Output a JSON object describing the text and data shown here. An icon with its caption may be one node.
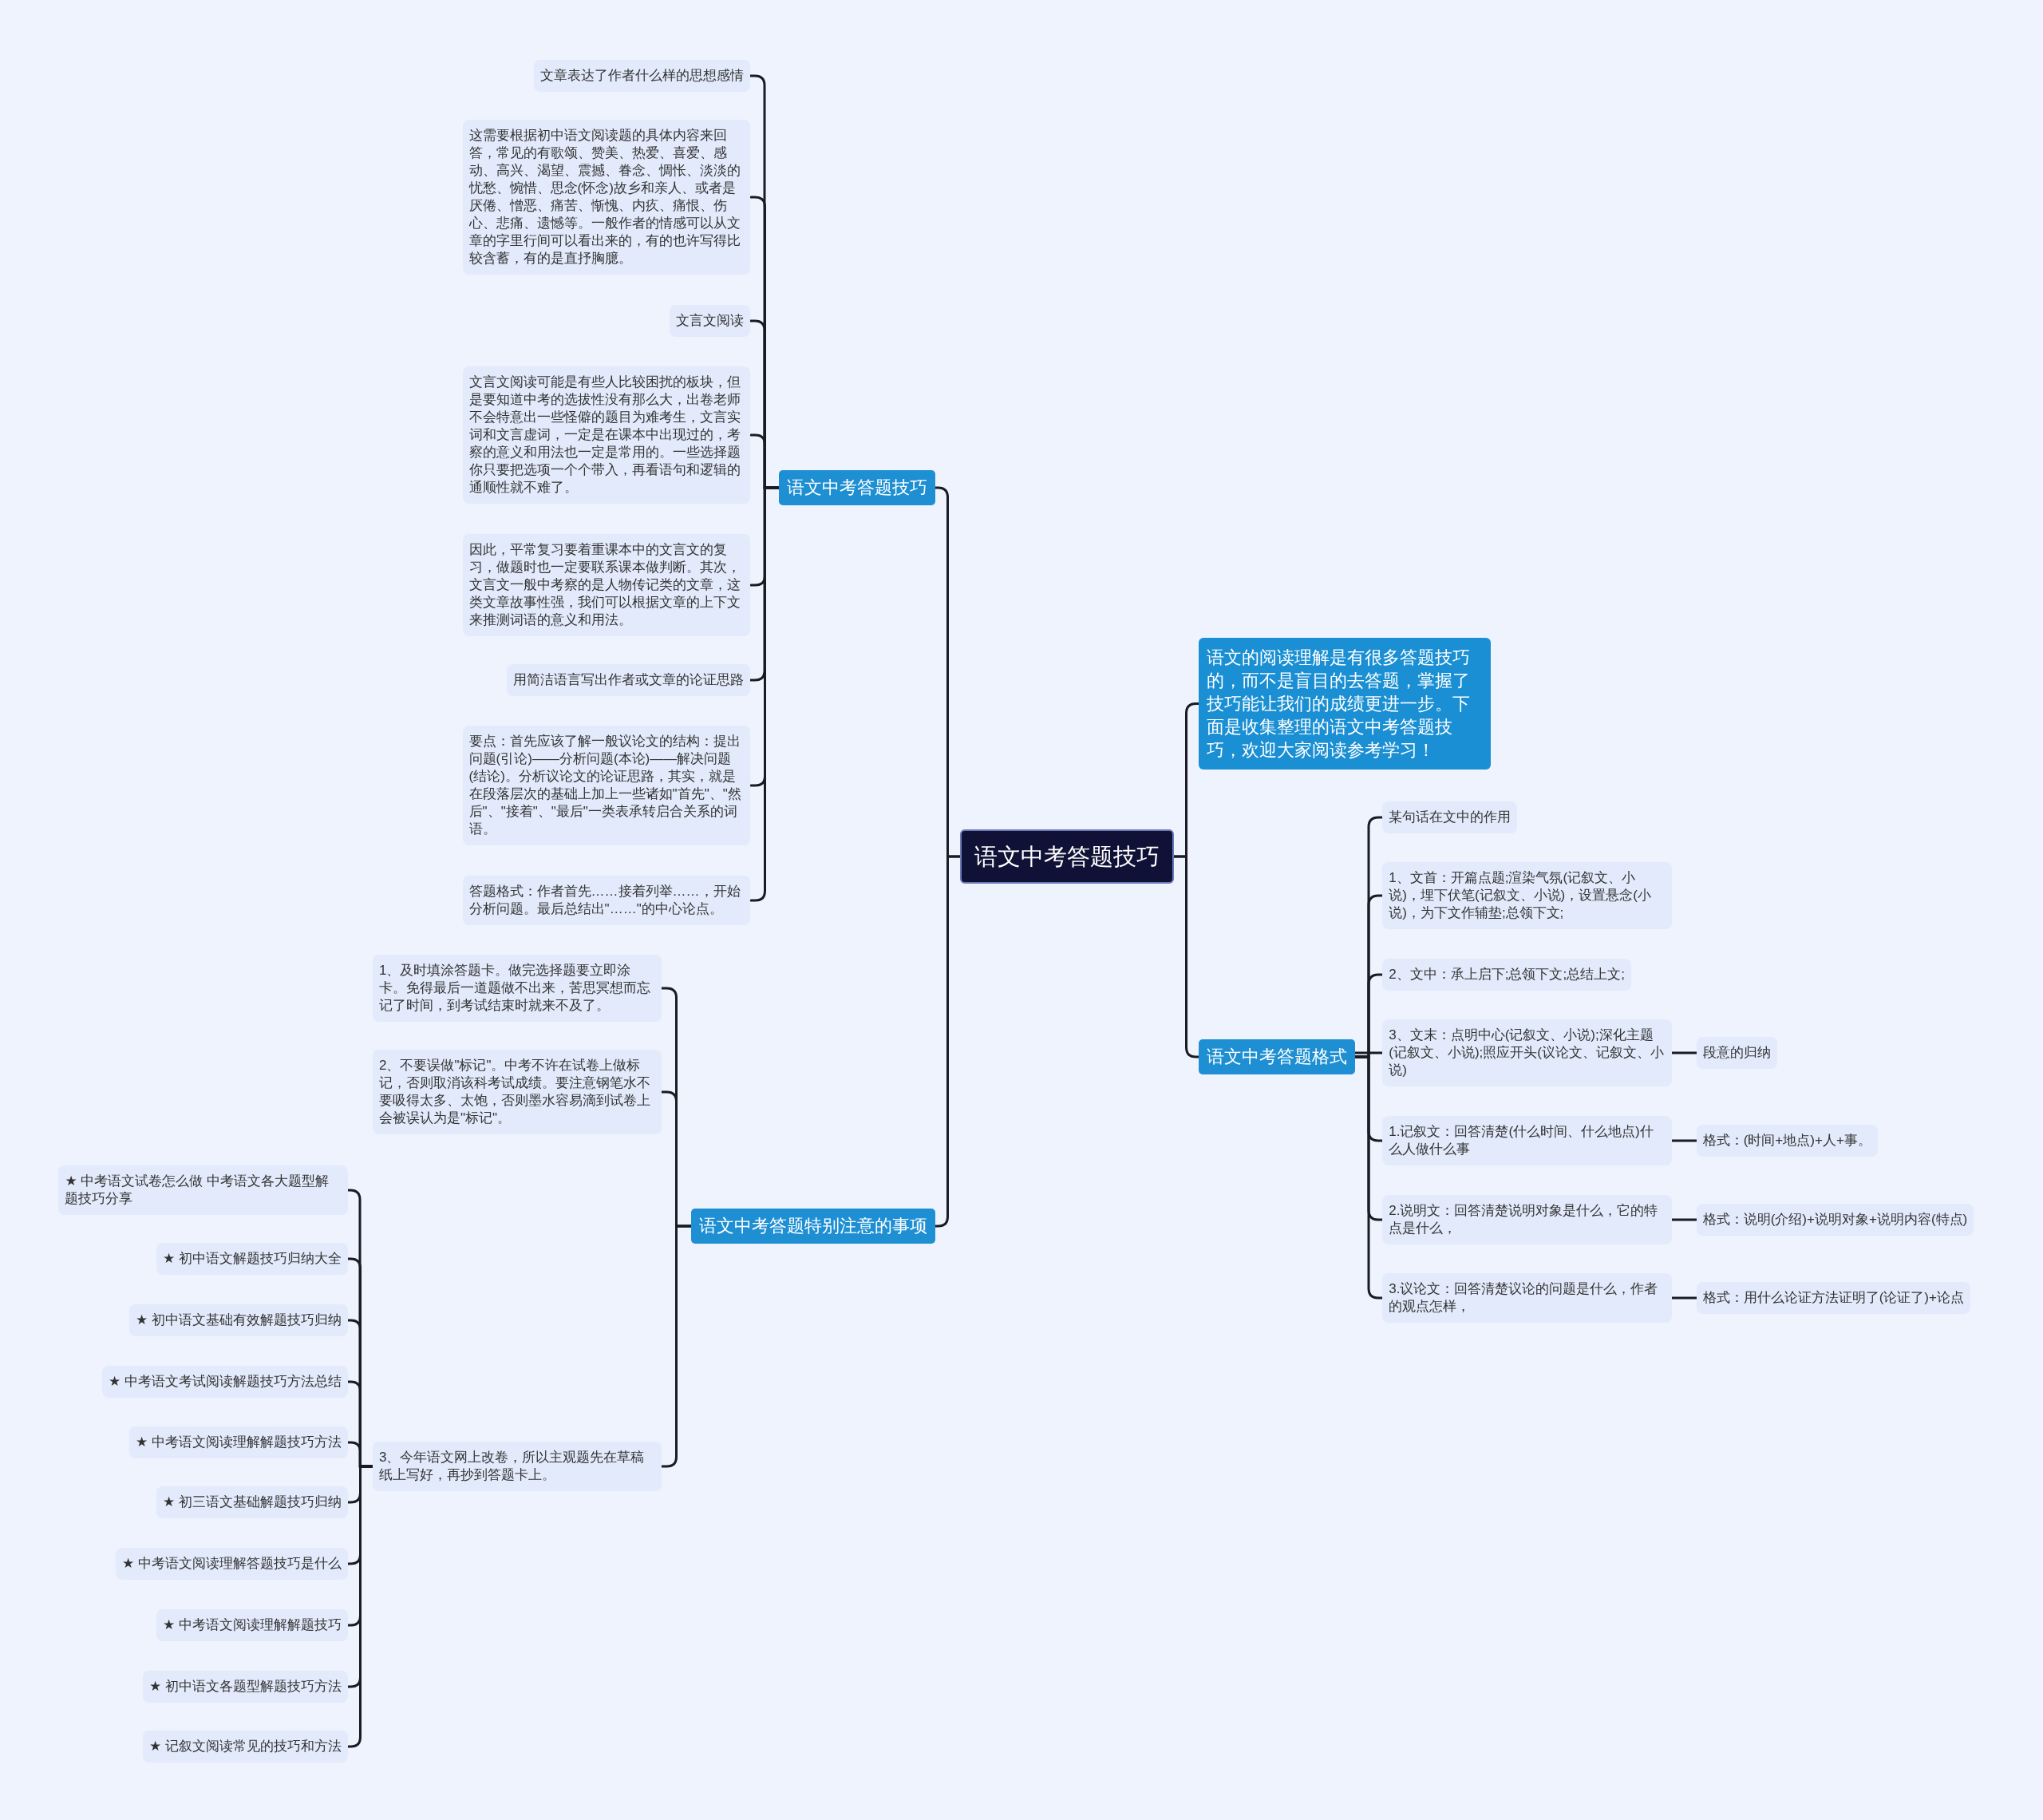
{
  "diagram": {
    "nodes": [
      {
        "text": [
          "语文中考答题技巧"
        ]
      },
      {
        "text": [
          "语文中考答题技巧"
        ]
      },
      {
        "text": [
          "语文中考答题特别注意的事项"
        ]
      },
      {
        "text": [
          "语文的阅读理解是有很多答题技巧的，而不是盲目的去答题，掌握了技巧能让我们的成绩更进一步。下面是收集整理的语文中考答题技巧，欢迎大家阅读参考学习！"
        ]
      },
      {
        "text": [
          "语文中考答题格式"
        ]
      },
      {
        "text": [
          "文章表达了作者什么样的思想感情"
        ]
      },
      {
        "text": [
          "这需要根据初中语文阅读题的具体内容来回答，常见的有歌颂、赞美、热爱、喜爱、感动、高兴、渴望、震撼、眷念、惆怅、淡淡的忧愁、惋惜、思念(怀念)故乡和亲人、或者是厌倦、憎恶、痛苦、惭愧、内疚、痛恨、伤心、悲痛、遗憾等。一般作者的情感可以从文章的字里行间可以看出来的，有的也许写得比较含蓄，有的是直抒胸臆。"
        ]
      },
      {
        "text": [
          "文言文阅读"
        ]
      },
      {
        "text": [
          "文言文阅读可能是有些人比较困扰的板块，但是要知道中考的选拔性没有那么大，出卷老师不会特意出一些怪僻的题目为难考生，文言实词和文言虚词，一定是在课本中出现过的，考察的意义和用法也一定是常用的。一些选择题你只要把选项一个个带入，再看语句和逻辑的通顺性就不难了。"
        ]
      },
      {
        "text": [
          "因此，平常复习要着重课本中的文言文的复习，做题时也一定要联系课本做判断。其次，文言文一般中考察的是人物传记类的文章，这类文章故事性强，我们可以根据文章的上下文来推测词语的意义和用法。"
        ]
      },
      {
        "text": [
          "用简洁语言写出作者或文章的论证思路"
        ]
      },
      {
        "text": [
          "要点：首先应该了解一般议论文的结构：提出问题(引论)——分析问题(本论)——解决问题(结论)。分析议论文的论证思路，其实，就是在段落层次的基础上加上一些诸如\"首先\"、\"然后\"、\"接着\"、\"最后\"一类表承转启合关系的词语。"
        ]
      },
      {
        "text": [
          "答题格式：作者首先……接着列举……，开始分析问题。最后总结出\"……\"的中心论点。"
        ]
      },
      {
        "text": [
          "1、及时填涂答题卡。做完选择题要立即涂卡。免得最后一道题做不出来，苦思冥想而忘记了时间，到考试结束时就来不及了。"
        ]
      },
      {
        "text": [
          "2、不要误做\"标记\"。中考不许在试卷上做标记，否则取消该科考试成绩。要注意钢笔水不要吸得太多、太饱，否则墨水容易滴到试卷上会被误认为是\"标记\"。"
        ]
      },
      {
        "text": [
          "3、今年语文网上改卷，所以主观题先在草稿纸上写好，再抄到答题卡上。"
        ]
      },
      {
        "text": [
          "★ 中考语文试卷怎么做 中考语文各大题型解题技巧分享"
        ]
      },
      {
        "text": [
          "★ 初中语文解题技巧归纳大全"
        ]
      },
      {
        "text": [
          "★ 初中语文基础有效解题技巧归纳"
        ]
      },
      {
        "text": [
          "★ 中考语文考试阅读解题技巧方法总结"
        ]
      },
      {
        "text": [
          "★ 中考语文阅读理解解题技巧方法"
        ]
      },
      {
        "text": [
          "★ 初三语文基础解题技巧归纳"
        ]
      },
      {
        "text": [
          "★ 中考语文阅读理解答题技巧是什么"
        ]
      },
      {
        "text": [
          "★ 中考语文阅读理解解题技巧"
        ]
      },
      {
        "text": [
          "★ 初中语文各题型解题技巧方法"
        ]
      },
      {
        "text": [
          "★ 记叙文阅读常见的技巧和方法"
        ]
      },
      {
        "text": [
          "某句话在文中的作用"
        ]
      },
      {
        "text": [
          "1、文首：开篇点题;渲染气氛(记叙文、小说)，埋下伏笔(记叙文、小说)，设置悬念(小说)，为下文作辅垫;总领下文;"
        ]
      },
      {
        "text": [
          "2、文中：承上启下;总领下文;总结上文;"
        ]
      },
      {
        "text": [
          "3、文末：点明中心(记叙文、小说);深化主题(记叙文、小说);照应开头(议论文、记叙文、小说)"
        ]
      },
      {
        "text": [
          "段意的归纳"
        ]
      },
      {
        "text": [
          "1.记叙文：回答清楚(什么时间、什么地点)什么人做什么事"
        ]
      },
      {
        "text": [
          "格式：(时间+地点)+人+事。"
        ]
      },
      {
        "text": [
          "2.说明文：回答清楚说明对象是什么，它的特点是什么，"
        ]
      },
      {
        "text": [
          "格式：说明(介绍)+说明对象+说明内容(特点)"
        ]
      },
      {
        "text": [
          "3.议论文：回答清楚议论的问题是什么，作者的观点怎样，"
        ]
      },
      {
        "text": [
          "格式：用什么论证方法证明了(论证了)+论点"
        ]
      }
    ],
    "edges": [
      {
        "from": 0,
        "to": 1,
        "arrow": "none"
      },
      {
        "from": 0,
        "to": 2,
        "arrow": "none"
      },
      {
        "from": 0,
        "to": 3,
        "arrow": "none"
      },
      {
        "from": 0,
        "to": 4,
        "arrow": "none"
      },
      {
        "from": 1,
        "to": 5,
        "arrow": "none"
      },
      {
        "from": 1,
        "to": 6,
        "arrow": "none"
      },
      {
        "from": 1,
        "to": 7,
        "arrow": "none"
      },
      {
        "from": 1,
        "to": 8,
        "arrow": "none"
      },
      {
        "from": 1,
        "to": 9,
        "arrow": "none"
      },
      {
        "from": 1,
        "to": 10,
        "arrow": "none"
      },
      {
        "from": 1,
        "to": 11,
        "arrow": "none"
      },
      {
        "from": 1,
        "to": 12,
        "arrow": "none"
      },
      {
        "from": 2,
        "to": 13,
        "arrow": "none"
      },
      {
        "from": 2,
        "to": 14,
        "arrow": "none"
      },
      {
        "from": 2,
        "to": 15,
        "arrow": "none"
      },
      {
        "from": 15,
        "to": 16,
        "arrow": "none"
      },
      {
        "from": 15,
        "to": 17,
        "arrow": "none"
      },
      {
        "from": 15,
        "to": 18,
        "arrow": "none"
      },
      {
        "from": 15,
        "to": 19,
        "arrow": "none"
      },
      {
        "from": 15,
        "to": 20,
        "arrow": "none"
      },
      {
        "from": 15,
        "to": 21,
        "arrow": "none"
      },
      {
        "from": 15,
        "to": 22,
        "arrow": "none"
      },
      {
        "from": 15,
        "to": 23,
        "arrow": "none"
      },
      {
        "from": 15,
        "to": 24,
        "arrow": "none"
      },
      {
        "from": 15,
        "to": 25,
        "arrow": "none"
      },
      {
        "from": 4,
        "to": 26,
        "arrow": "none"
      },
      {
        "from": 4,
        "to": 27,
        "arrow": "none"
      },
      {
        "from": 4,
        "to": 28,
        "arrow": "none"
      },
      {
        "from": 4,
        "to": 29,
        "arrow": "none"
      },
      {
        "from": 4,
        "to": 31,
        "arrow": "none"
      },
      {
        "from": 4,
        "to": 33,
        "arrow": "none"
      },
      {
        "from": 4,
        "to": 35,
        "arrow": "none"
      },
      {
        "from": 29,
        "to": 30,
        "arrow": "none"
      },
      {
        "from": 31,
        "to": 32,
        "arrow": "none"
      },
      {
        "from": 33,
        "to": 34,
        "arrow": "none"
      },
      {
        "from": 35,
        "to": 36,
        "arrow": "none"
      }
    ]
  }
}
